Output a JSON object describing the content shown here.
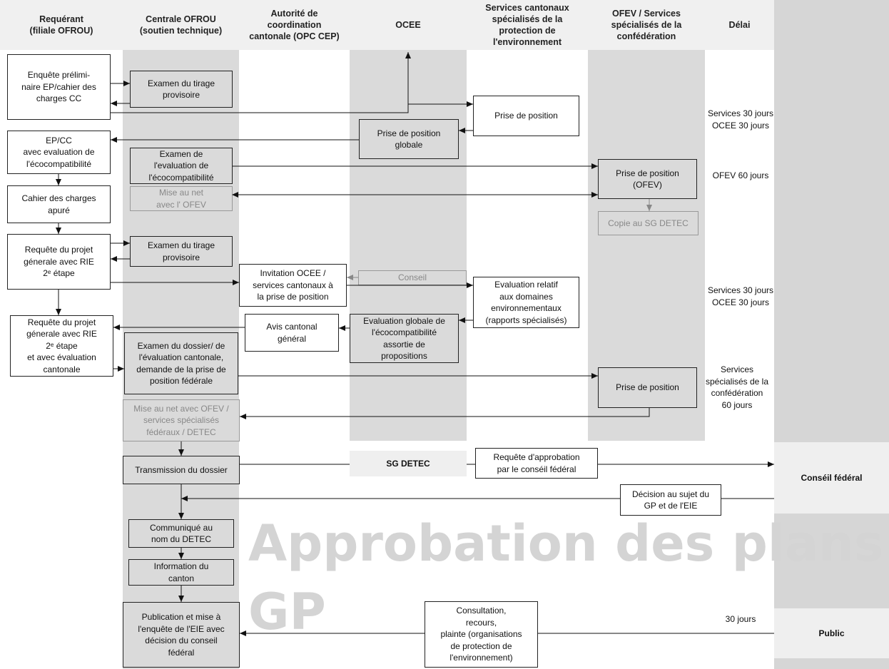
{
  "watermark": {
    "line1": "Approbation des plans",
    "line2": "GP"
  },
  "columns": [
    "Requérant\n(filiale OFROU)",
    "Centrale OFROU\n(soutien technique)",
    "Autorité de\ncoordination\ncantonale (OPC CEP)",
    "OCEE",
    "Services cantonaux\nspécialisés de la\nprotection de\nl'environnement",
    "OFEV / Services\nspécialisés de la\nconfédération",
    "Délai"
  ],
  "side_labels": {
    "conseil_federal": "Conséil fédéral",
    "public": "Public",
    "sg_detec": "SG DETEC"
  },
  "boxes": {
    "enquete": "Enquête prélimi-\nnaire EP/cahier des\ncharges CC",
    "examen_tirage_1": "Examen du  tirage\nprovisoire",
    "prise_position_cant": "Prise de position",
    "prise_position_globale": "Prise de position\nglobale",
    "ep_cc": "EP/CC\navec evaluation de\nl'écocompatibilité",
    "examen_eval": "Examen de\nl'evaluation de\nl'écocompatibilité",
    "prise_position_ofev": "Prise de position\n(OFEV)",
    "cahier_apure": "Cahier des charges\napuré",
    "mise_au_net_ofev": "Mise au net\navec l' OFEV",
    "copie_sg": "Copie au  SG DETEC",
    "requete_2": "Requête du projet\ngénerale avec  RIE\n2ᵉ étape",
    "examen_tirage_2": "Examen du  tirage\nprovisoire",
    "invitation": "Invitation OCEE /\nservices cantonaux à\nla prise de position",
    "conseil": "Conseil",
    "evaluation_relatif": "Evaluation relatif\naux domaines\nenvironnementaux\n(rapports spécialisés)",
    "requete_3": "Requête du projet\ngénerale avec  RIE\n2ᵉ étape\net avec évaluation\ncantonale",
    "avis_cantonal": "Avis cantonal\ngénéral",
    "evaluation_globale": "Evaluation globale de\nl'écocompatibilité\nassortie de\npropositions",
    "examen_dossier": "Examen du dossier/ de\nl'évaluation cantonale,\ndemande de la prise de\nposition fédérale",
    "prise_position_fed": "Prise de position",
    "mise_au_net_detec": "Mise au net avec OFEV /\nservices spécialisés\nfédéraux / DETEC",
    "transmission": "Transmission  du dossier",
    "requete_approbation": "Requête d'approbation\npar le conséil  fédéral",
    "decision": "Décision au sujet du\nGP et de l'EIE",
    "communique": "Communiqué  au\nnom du DETEC",
    "information": "Information du\ncanton",
    "publication": "Publication  et mise à\nl'enquête de l'EIE avec\ndécision  du conseil\nfédéral",
    "consultation": "Consultation,\nrecours,\nplainte (organisations\nde protection de\nl'environnement)"
  },
  "delays": {
    "d1": "Services 30 jours\nOCEE 30 jours",
    "d2": "OFEV 60 jours",
    "d3": "Services 30 jours\nOCEE 30 jours",
    "d4": "Services\nspécialisés de la\nconfédération\n60 jours",
    "d5": "30 jours"
  },
  "colors": {
    "lane_grey": "#dadada",
    "header_grey": "#f0f0f0",
    "box_grey": "#dadada",
    "watermark": "#d4d4d4",
    "muted": "#999999"
  }
}
